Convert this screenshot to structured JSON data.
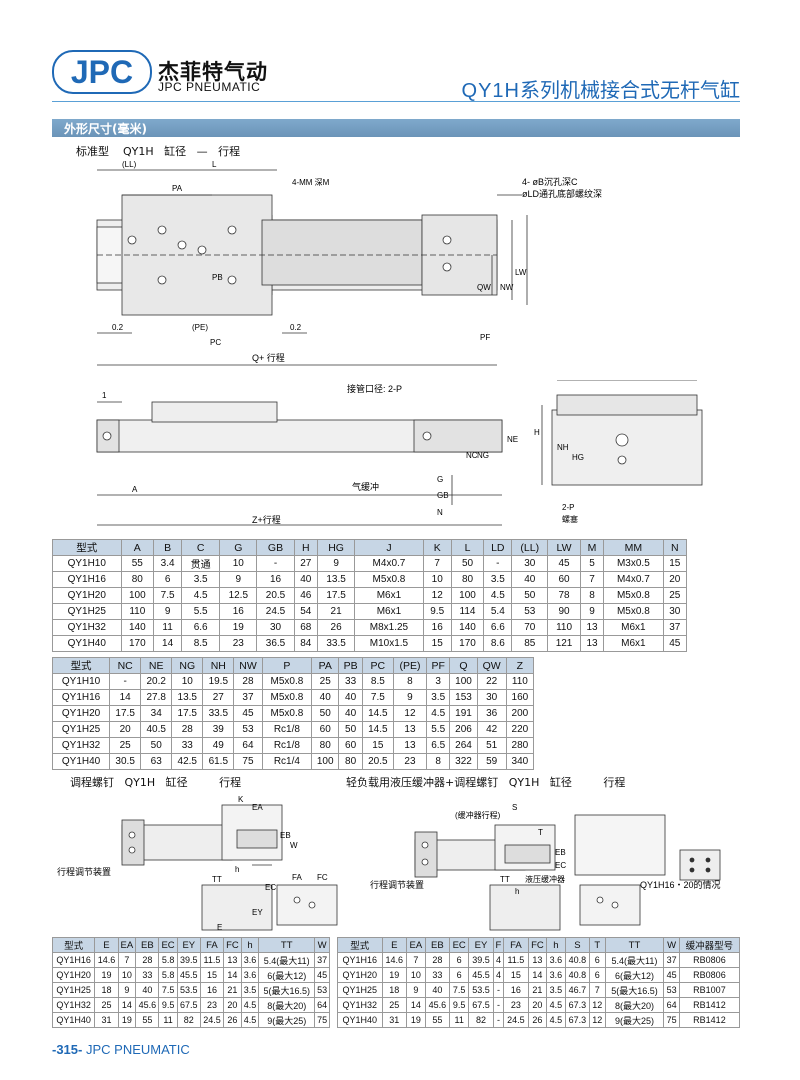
{
  "header": {
    "logo_text": "JPC",
    "brand_cn": "杰菲特气动",
    "brand_en": "JPC PNEUMATIC",
    "series_model": "QY1H",
    "series_title": "系列机械接合式无杆气缸",
    "accent_color": "#1f69b6",
    "bar_color": "#7fa9cc"
  },
  "section": {
    "title": "外形尺寸(毫米)"
  },
  "drawing_top": {
    "caption_parts": [
      "标准型",
      "QY1H",
      "缸径",
      "—",
      "行程"
    ],
    "labels": {
      "ll": "(LL)",
      "l": "L",
      "pa": "PA",
      "mm_depth": "4-MM 深M",
      "b_counter": "4- øB沉孔深C",
      "ld_thread": "øLD通孔底部螺纹深",
      "pb": "PB",
      "pe": "(PE)",
      "pc": "PC",
      "qw": "QW",
      "nw": "NW",
      "lw": "LW",
      "pf": "PF",
      "gap1": "0.2",
      "gap2": "0.2",
      "q_stroke": "Q+ 行程"
    }
  },
  "drawing_mid": {
    "labels": {
      "one": "1",
      "port": "接管口径: 2-P",
      "a": "A",
      "z_stroke": "Z+行程",
      "nc": "NC",
      "ng": "NG",
      "ne": "NE",
      "g": "G",
      "gb": "GB",
      "n": "N",
      "cushion": "气缓冲",
      "h": "H",
      "hg": "HG",
      "nh": "NH",
      "lw": "LW",
      "plug_count": "2-P",
      "plug": "螺塞"
    }
  },
  "table1": {
    "headers": [
      "型式",
      "A",
      "B",
      "C",
      "G",
      "GB",
      "H",
      "HG",
      "J",
      "K",
      "L",
      "LD",
      "(LL)",
      "LW",
      "M",
      "MM",
      "N"
    ],
    "rows": [
      [
        "QY1H10",
        "55",
        "3.4",
        "贯通",
        "10",
        "-",
        "27",
        "9",
        "M4x0.7",
        "7",
        "50",
        "-",
        "30",
        "45",
        "5",
        "M3x0.5",
        "15"
      ],
      [
        "QY1H16",
        "80",
        "6",
        "3.5",
        "9",
        "16",
        "40",
        "13.5",
        "M5x0.8",
        "10",
        "80",
        "3.5",
        "40",
        "60",
        "7",
        "M4x0.7",
        "20"
      ],
      [
        "QY1H20",
        "100",
        "7.5",
        "4.5",
        "12.5",
        "20.5",
        "46",
        "17.5",
        "M6x1",
        "12",
        "100",
        "4.5",
        "50",
        "78",
        "8",
        "M5x0.8",
        "25"
      ],
      [
        "QY1H25",
        "110",
        "9",
        "5.5",
        "16",
        "24.5",
        "54",
        "21",
        "M6x1",
        "9.5",
        "114",
        "5.4",
        "53",
        "90",
        "9",
        "M5x0.8",
        "30"
      ],
      [
        "QY1H32",
        "140",
        "11",
        "6.6",
        "19",
        "30",
        "68",
        "26",
        "M8x1.25",
        "16",
        "140",
        "6.6",
        "70",
        "110",
        "13",
        "M6x1",
        "37"
      ],
      [
        "QY1H40",
        "170",
        "14",
        "8.5",
        "23",
        "36.5",
        "84",
        "33.5",
        "M10x1.5",
        "15",
        "170",
        "8.6",
        "85",
        "121",
        "13",
        "M6x1",
        "45"
      ]
    ]
  },
  "table2": {
    "headers": [
      "型式",
      "NC",
      "NE",
      "NG",
      "NH",
      "NW",
      "P",
      "PA",
      "PB",
      "PC",
      "(PE)",
      "PF",
      "Q",
      "QW",
      "Z"
    ],
    "rows": [
      [
        "QY1H10",
        "-",
        "20.2",
        "10",
        "19.5",
        "28",
        "M5x0.8",
        "25",
        "33",
        "8.5",
        "8",
        "3",
        "100",
        "22",
        "110"
      ],
      [
        "QY1H16",
        "14",
        "27.8",
        "13.5",
        "27",
        "37",
        "M5x0.8",
        "40",
        "40",
        "7.5",
        "9",
        "3.5",
        "153",
        "30",
        "160"
      ],
      [
        "QY1H20",
        "17.5",
        "34",
        "17.5",
        "33.5",
        "45",
        "M5x0.8",
        "50",
        "40",
        "14.5",
        "12",
        "4.5",
        "191",
        "36",
        "200"
      ],
      [
        "QY1H25",
        "20",
        "40.5",
        "28",
        "39",
        "53",
        "Rc1/8",
        "60",
        "50",
        "14.5",
        "13",
        "5.5",
        "206",
        "42",
        "220"
      ],
      [
        "QY1H32",
        "25",
        "50",
        "33",
        "49",
        "64",
        "Rc1/8",
        "80",
        "60",
        "15",
        "13",
        "6.5",
        "264",
        "51",
        "280"
      ],
      [
        "QY1H40",
        "30.5",
        "63",
        "42.5",
        "61.5",
        "75",
        "Rc1/4",
        "100",
        "80",
        "20.5",
        "23",
        "8",
        "322",
        "59",
        "340"
      ]
    ]
  },
  "bottom_left": {
    "caption_parts": [
      "调程螺钉",
      "QY1H",
      "缸径",
      "行程"
    ],
    "labels": {
      "adjust": "行程调节装置",
      "k": "K",
      "ea": "EA",
      "eb": "EB",
      "w": "W",
      "tt": "TT",
      "h": "h",
      "ec": "EC",
      "ey": "EY",
      "e": "E",
      "fa": "FA",
      "fc": "FC"
    }
  },
  "bottom_right": {
    "caption_parts": [
      "轻负载用液压缓冲器+调程螺钉",
      "QY1H",
      "缸径",
      "行程"
    ],
    "labels": {
      "buffer_stroke": "(缓冲器行程)",
      "adjust": "行程调节装置",
      "buffer": "液压缓冲器",
      "note": "QY1H16・20的情况",
      "s": "S",
      "eb": "EB",
      "ec": "EC",
      "t": "T",
      "tt": "TT",
      "h": "h"
    }
  },
  "table3": {
    "headers": [
      "型式",
      "E",
      "EA",
      "EB",
      "EC",
      "EY",
      "FA",
      "FC",
      "h",
      "TT",
      "W"
    ],
    "rows": [
      [
        "QY1H16",
        "14.6",
        "7",
        "28",
        "5.8",
        "39.5",
        "11.5",
        "13",
        "3.6",
        "5.4(最大11)",
        "37"
      ],
      [
        "QY1H20",
        "19",
        "10",
        "33",
        "5.8",
        "45.5",
        "15",
        "14",
        "3.6",
        "6(最大12)",
        "45"
      ],
      [
        "QY1H25",
        "18",
        "9",
        "40",
        "7.5",
        "53.5",
        "16",
        "21",
        "3.5",
        "5(最大16.5)",
        "53"
      ],
      [
        "QY1H32",
        "25",
        "14",
        "45.6",
        "9.5",
        "67.5",
        "23",
        "20",
        "4.5",
        "8(最大20)",
        "64"
      ],
      [
        "QY1H40",
        "31",
        "19",
        "55",
        "11",
        "82",
        "24.5",
        "26",
        "4.5",
        "9(最大25)",
        "75"
      ]
    ]
  },
  "table4": {
    "headers": [
      "型式",
      "E",
      "EA",
      "EB",
      "EC",
      "EY",
      "F",
      "FA",
      "FC",
      "h",
      "S",
      "T",
      "TT",
      "W",
      "缓冲器型号"
    ],
    "rows": [
      [
        "QY1H16",
        "14.6",
        "7",
        "28",
        "6",
        "39.5",
        "4",
        "11.5",
        "13",
        "3.6",
        "40.8",
        "6",
        "5.4(最大11)",
        "37",
        "RB0806"
      ],
      [
        "QY1H20",
        "19",
        "10",
        "33",
        "6",
        "45.5",
        "4",
        "15",
        "14",
        "3.6",
        "40.8",
        "6",
        "6(最大12)",
        "45",
        "RB0806"
      ],
      [
        "QY1H25",
        "18",
        "9",
        "40",
        "7.5",
        "53.5",
        "-",
        "16",
        "21",
        "3.5",
        "46.7",
        "7",
        "5(最大16.5)",
        "53",
        "RB1007"
      ],
      [
        "QY1H32",
        "25",
        "14",
        "45.6",
        "9.5",
        "67.5",
        "-",
        "23",
        "20",
        "4.5",
        "67.3",
        "12",
        "8(最大20)",
        "64",
        "RB1412"
      ],
      [
        "QY1H40",
        "31",
        "19",
        "55",
        "11",
        "82",
        "-",
        "24.5",
        "26",
        "4.5",
        "67.3",
        "12",
        "9(最大25)",
        "75",
        "RB1412"
      ]
    ]
  },
  "footer": {
    "page": "-315-",
    "brand": "JPC PNEUMATIC"
  }
}
